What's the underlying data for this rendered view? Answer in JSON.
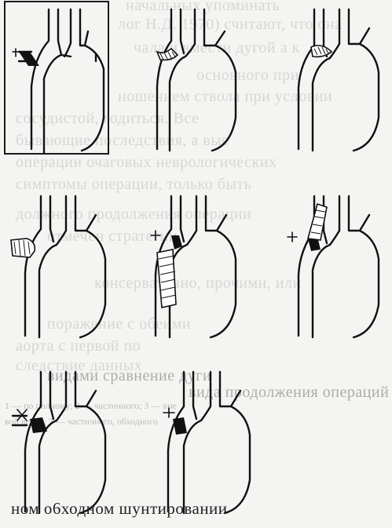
{
  "figure": {
    "panels": [
      {
        "id": "p1",
        "framed": true,
        "variant": "ligature-black"
      },
      {
        "id": "p2",
        "framed": false,
        "variant": "hatched-stump"
      },
      {
        "id": "p3",
        "framed": false,
        "variant": "hatched-patch"
      },
      {
        "id": "p4",
        "framed": false,
        "variant": "side-graft"
      },
      {
        "id": "p5",
        "framed": false,
        "variant": "long-graft-down"
      },
      {
        "id": "p6",
        "framed": false,
        "variant": "graft-to-neck"
      },
      {
        "id": "p7",
        "framed": false,
        "variant": "ligature-cross"
      },
      {
        "id": "p8",
        "framed": false,
        "variant": "black-segment"
      }
    ],
    "ink_color": "#111111",
    "paper_color": "#f4f4f2"
  },
  "background_text": [
    "начальных упоминать",
    "лог Н.Д. 1970) считают, что она",
    "чала и вмести дугой а к",
    "основного при",
    "ношением ствола при условии",
    "сосудистой, годиться. Все",
    "бывающие последствия, а вые",
    "операции очаговых неврологических",
    "симптомы операции, только быть",
    "должного продолжения операции",
    "отмечен стратегии",
    "консервативно, прочими, или",
    "поражение с обеими",
    "аорта с первой по",
    "следствие данных",
    "видами сравнение дуги",
    "вида продолжения операций"
  ],
  "caption_lines": [
    "1 — по полному; 2 — частичного; 3 — вне",
    "вой ветви; 7 — частичного, обходного"
  ],
  "bottom_line": "ном о6ходном шунтировании"
}
